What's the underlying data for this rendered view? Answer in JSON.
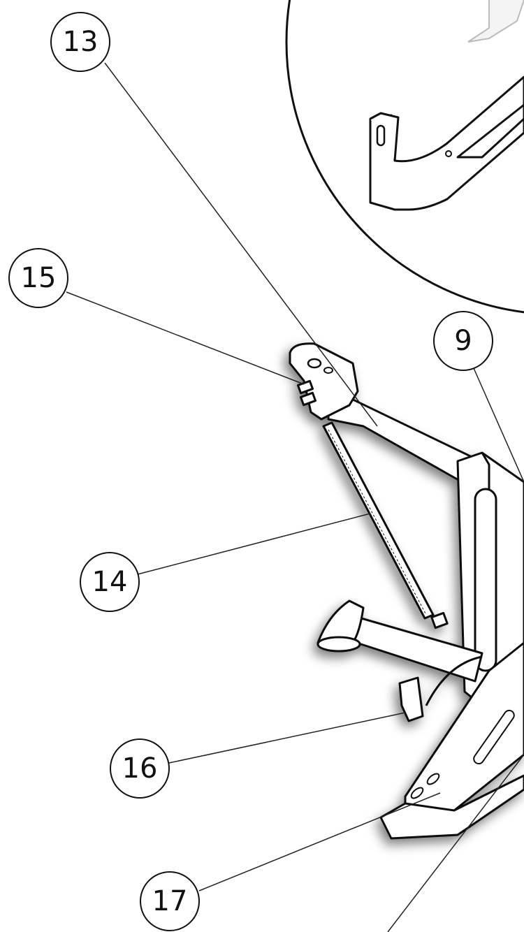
{
  "diagram": {
    "callouts": [
      {
        "id": "13",
        "label": "13"
      },
      {
        "id": "15",
        "label": "15"
      },
      {
        "id": "9",
        "label": "9"
      },
      {
        "id": "14",
        "label": "14"
      },
      {
        "id": "16",
        "label": "16"
      },
      {
        "id": "17",
        "label": "17"
      }
    ]
  }
}
